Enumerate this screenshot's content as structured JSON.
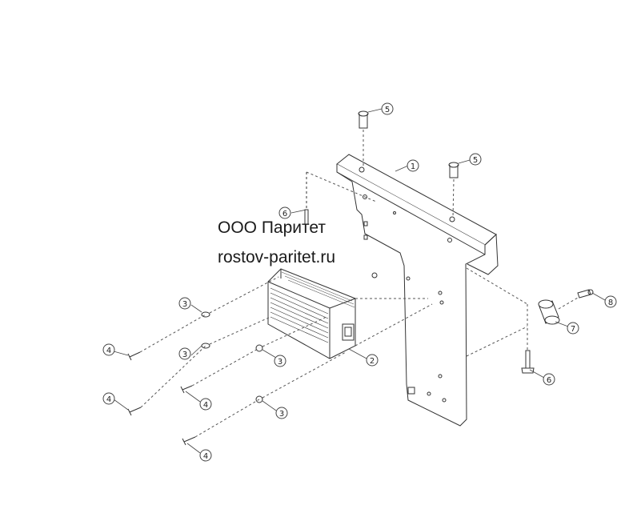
{
  "watermark": {
    "line1": "ООО Паритет",
    "line2": "rostov-paritet.ru"
  },
  "callouts": [
    "1",
    "2",
    "3",
    "3",
    "3",
    "4",
    "4",
    "4",
    "4",
    "5",
    "5",
    "6",
    "6",
    "7",
    "8"
  ]
}
